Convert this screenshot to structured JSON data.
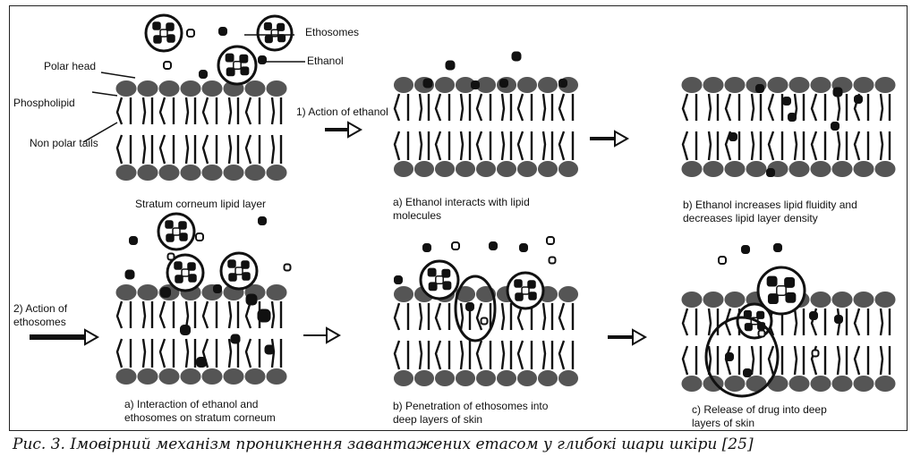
{
  "labels": {
    "ethosomes": "Ethosomes",
    "ethanol": "Ethanol",
    "polar_head": "Polar head",
    "phospholipid": "Phospholipid",
    "non_polar_tails": "Non polar tails",
    "action_ethanol": "1) Action of ethanol",
    "stratum_corneum": "Stratum corneum lipid layer",
    "ethanol_interacts": "a) Ethanol interacts with lipid molecules",
    "ethanol_increases": "b) Ethanol increases lipid fluidity and decreases lipid layer density",
    "action_ethosomes": "2) Action of ethosomes",
    "interaction": "a) Interaction of ethanol and ethosomes on stratum corneum",
    "penetration": "b) Penetration of ethosomes into deep layers of skin",
    "release": "c) Release of drug into deep layers of skin"
  },
  "caption": "Рис. 3. Імовірний механізм проникнення завантажених етасом у глибокі шари шкіри [25]",
  "colors": {
    "lipid_head": "#555555",
    "ink": "#111111"
  }
}
